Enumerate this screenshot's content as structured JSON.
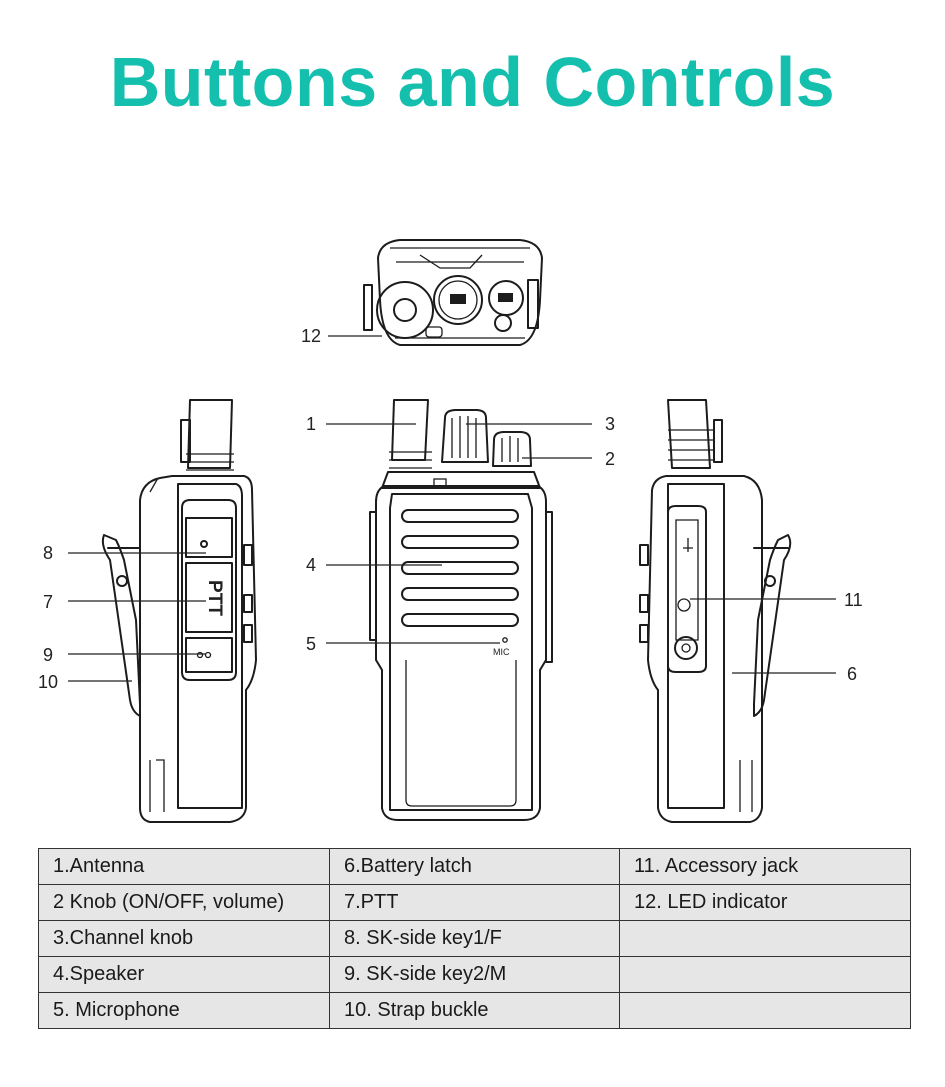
{
  "title": "Buttons and Controls",
  "callouts": {
    "c1": "1",
    "c2": "2",
    "c3": "3",
    "c4": "4",
    "c5": "5",
    "c6": "6",
    "c7": "7",
    "c8": "8",
    "c9": "9",
    "c10": "10",
    "c11": "11",
    "c12": "12"
  },
  "device": {
    "ptt_label": "PTT",
    "mic_label": "MIC"
  },
  "legend": {
    "rows": [
      [
        "1.Antenna",
        "6.Battery latch",
        "11. Accessory jack"
      ],
      [
        "2 Knob (ON/OFF, volume)",
        "7.PTT",
        "12. LED indicator"
      ],
      [
        "3.Channel knob",
        "8. SK-side key1/F",
        ""
      ],
      [
        "4.Speaker",
        "9. SK-side key2/M",
        ""
      ],
      [
        "5. Microphone",
        "10. Strap buckle",
        ""
      ]
    ]
  },
  "colors": {
    "title": "#14bfae",
    "cell_background": "#e6e6e6",
    "line": "#1c1c1c"
  }
}
